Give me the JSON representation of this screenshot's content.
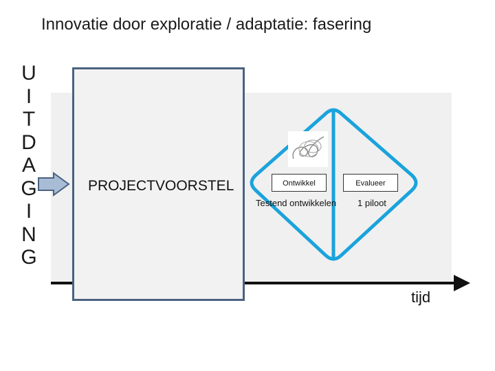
{
  "title": "Innovatie door exploratie / adaptatie: fasering",
  "side_label_letters": [
    "U",
    "I",
    "T",
    "D",
    "A",
    "G",
    "I",
    "N",
    "G"
  ],
  "proposal": {
    "label": "PROJECTVOORSTEL"
  },
  "phases": {
    "develop": {
      "label": "Ontwikkel",
      "sublabel": "Testend ontwikkelen"
    },
    "evaluate": {
      "label": "Evalueer",
      "sublabel": "1 piloot"
    }
  },
  "time_axis": {
    "label": "tijd"
  },
  "colors": {
    "diamond": "#1aa3dc",
    "proposal_border": "#4a6280",
    "arrow_fill": "#a9bcd6",
    "arrow_stroke": "#4a6280",
    "timeline": "#111111"
  },
  "icons": {
    "logo": "spiral-logo-icon",
    "input_arrow": "arrow-right-icon"
  }
}
